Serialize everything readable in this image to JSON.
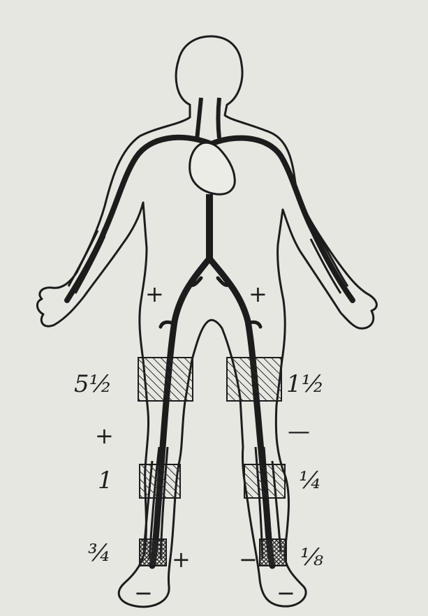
{
  "colors": {
    "paper": "#e6e6e0",
    "ink": "#1c1c1c",
    "hatch": "#2a2a2a"
  },
  "labels": {
    "left_thigh": "5½",
    "right_thigh": "1½",
    "left_knee_sign": "+",
    "right_knee_sign": "—",
    "left_calf": "1",
    "right_calf": "¼",
    "left_ankle": "¾",
    "right_ankle": "⅛",
    "left_ankle_sign": "+",
    "right_ankle_sign": "−",
    "left_hip_sign": "+",
    "right_hip_sign": "+",
    "left_foot_sign": "−",
    "right_foot_sign": "−"
  }
}
